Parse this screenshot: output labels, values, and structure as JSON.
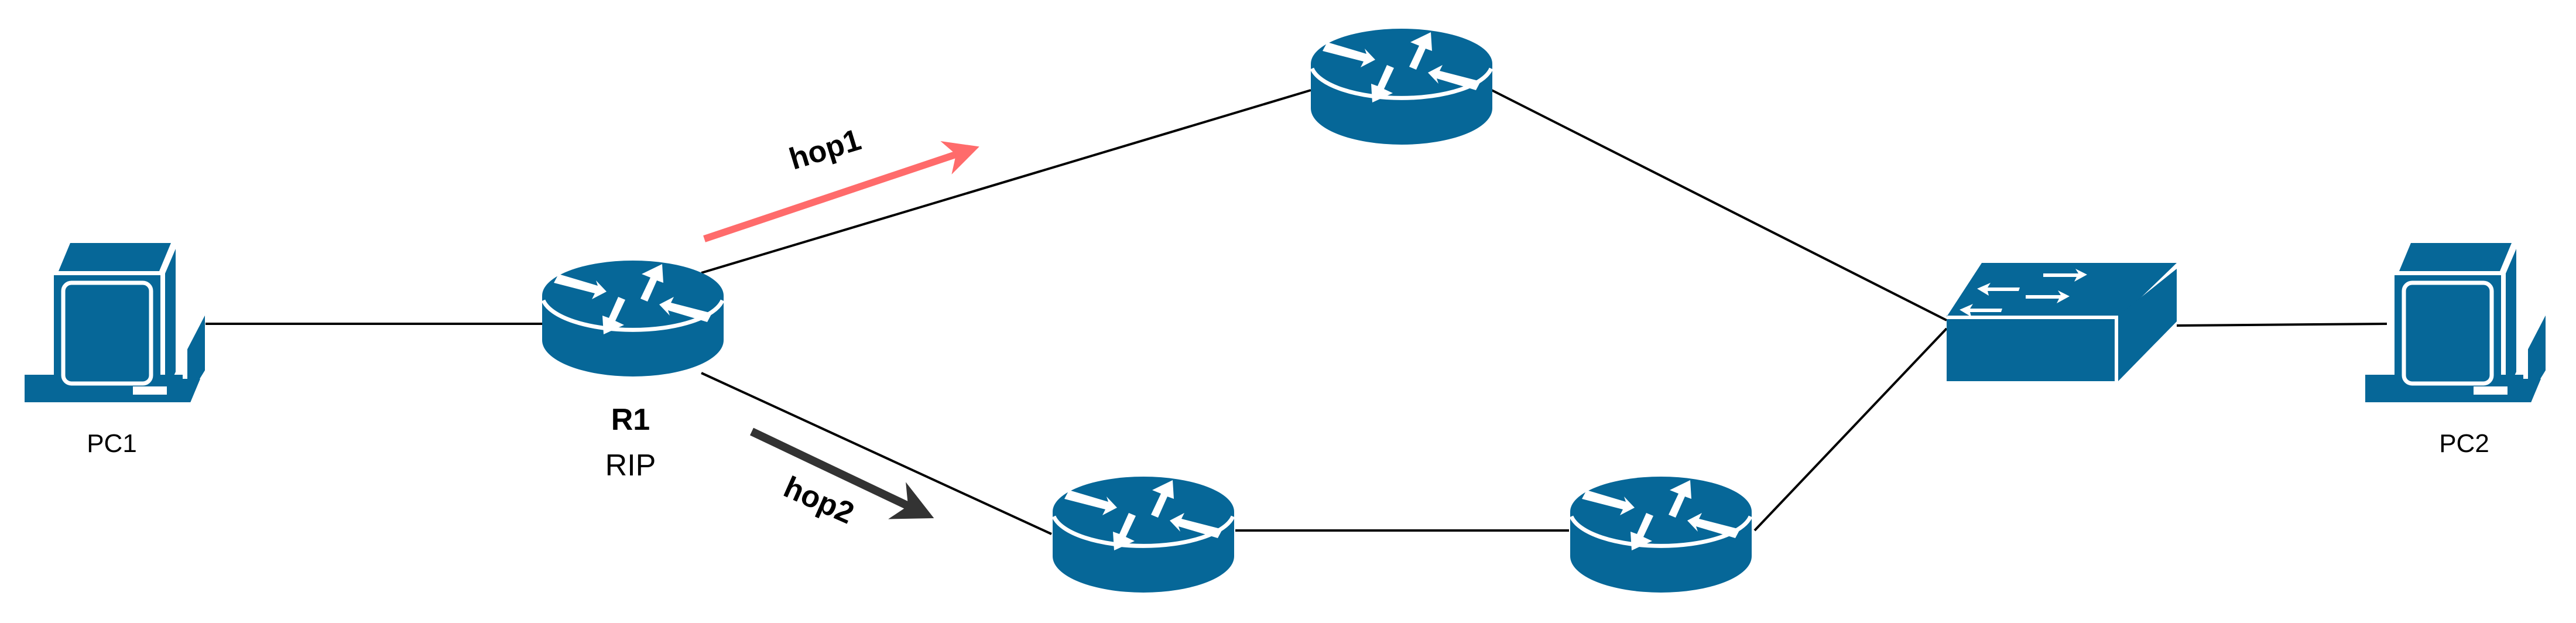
{
  "colors": {
    "device": "#066798",
    "hop1_arrow": "#ff6b6b",
    "hop2_arrow": "#333333",
    "link": "#000000"
  },
  "nodes": {
    "pc1": {
      "label": "PC1",
      "icon": "pc-icon"
    },
    "pc2": {
      "label": "PC2",
      "icon": "pc-icon"
    },
    "r1": {
      "name": "R1",
      "protocol": "RIP",
      "icon": "router-icon"
    },
    "router_top": {
      "icon": "router-icon"
    },
    "router_bottom_left": {
      "icon": "router-icon"
    },
    "router_bottom_right": {
      "icon": "router-icon"
    },
    "switch": {
      "icon": "switch-icon"
    }
  },
  "annotations": {
    "hop1": "hop1",
    "hop2": "hop2"
  }
}
